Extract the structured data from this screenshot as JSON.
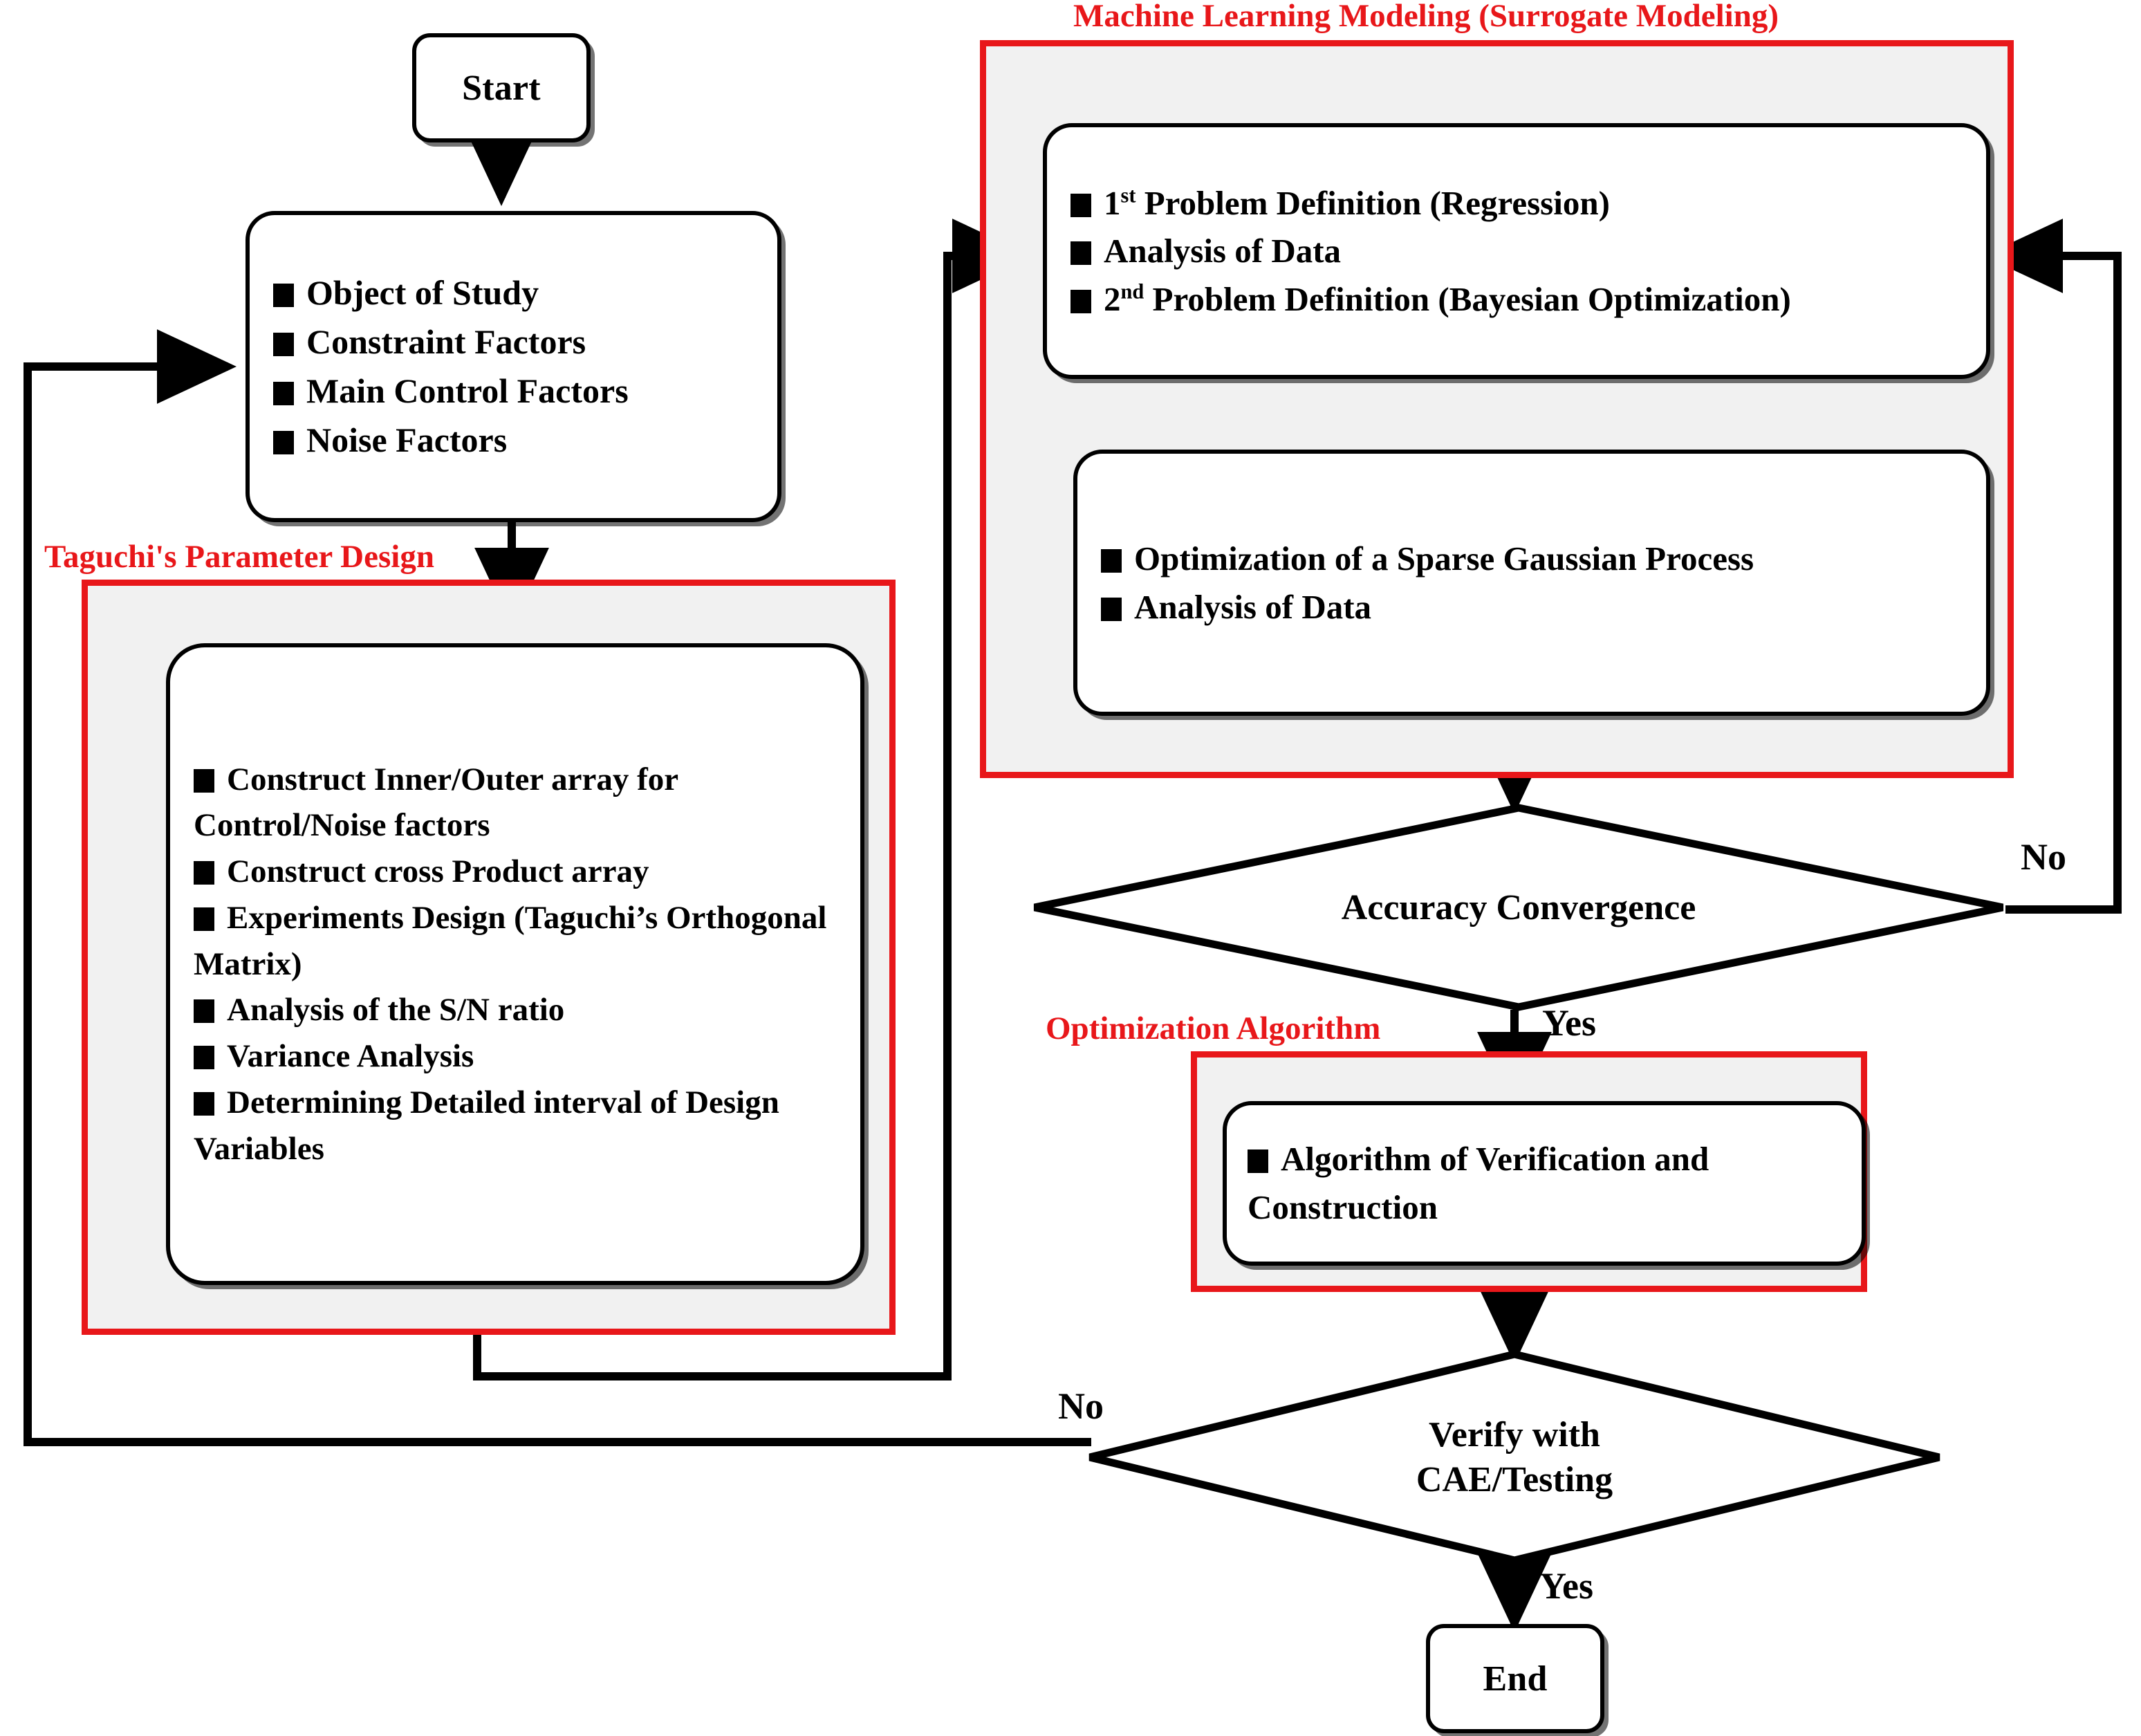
{
  "diagram": {
    "title": "Integrated Taguchi Parameter Design and Machine Learning Surrogate Modeling Flowchart",
    "accent_red": "#e8171a",
    "line_color": "#000000",
    "group_fill": "#f1f1f1"
  },
  "terminals": {
    "start": "Start",
    "end": "End"
  },
  "nodes": {
    "object_of_study": {
      "items": [
        "Object of Study",
        "Constraint Factors",
        "Main Control Factors",
        "Noise Factors"
      ]
    },
    "taguchi_steps": {
      "items": [
        "Construct Inner/Outer array for Control/Noise factors",
        "Construct cross Product array",
        "Experiments Design (Taguchi’s Orthogonal Matrix)",
        "Analysis of the S/N ratio",
        "Variance Analysis",
        "Determining Detailed interval of Design Variables"
      ]
    },
    "problem_definition": {
      "items": [
        "1st Problem Definition (Regression)",
        "Analysis of Data",
        "2nd Problem Definition (Bayesian Optimization)"
      ],
      "item_html": [
        "1<sup>st</sup> Problem Definition (Regression)",
        "Analysis of Data",
        "2<sup>nd</sup> Problem Definition (Bayesian Optimization)"
      ]
    },
    "gaussian_process": {
      "items": [
        "Optimization of a Sparse Gaussian Process",
        "Analysis of Data"
      ]
    },
    "verification_algorithm": {
      "items": [
        "Algorithm of Verification and Construction"
      ]
    }
  },
  "decisions": {
    "accuracy_convergence": {
      "label": "Accuracy Convergence",
      "yes_label": "Yes",
      "no_label": "No"
    },
    "verify_cae": {
      "label_line1": "Verify with",
      "label_line2": "CAE/Testing",
      "yes_label": "Yes",
      "no_label": "No"
    }
  },
  "groups": {
    "taguchi": "Taguchi's Parameter Design",
    "machine_learning": "Machine Learning Modeling (Surrogate Modeling)",
    "optimization": "Optimization Algorithm"
  }
}
